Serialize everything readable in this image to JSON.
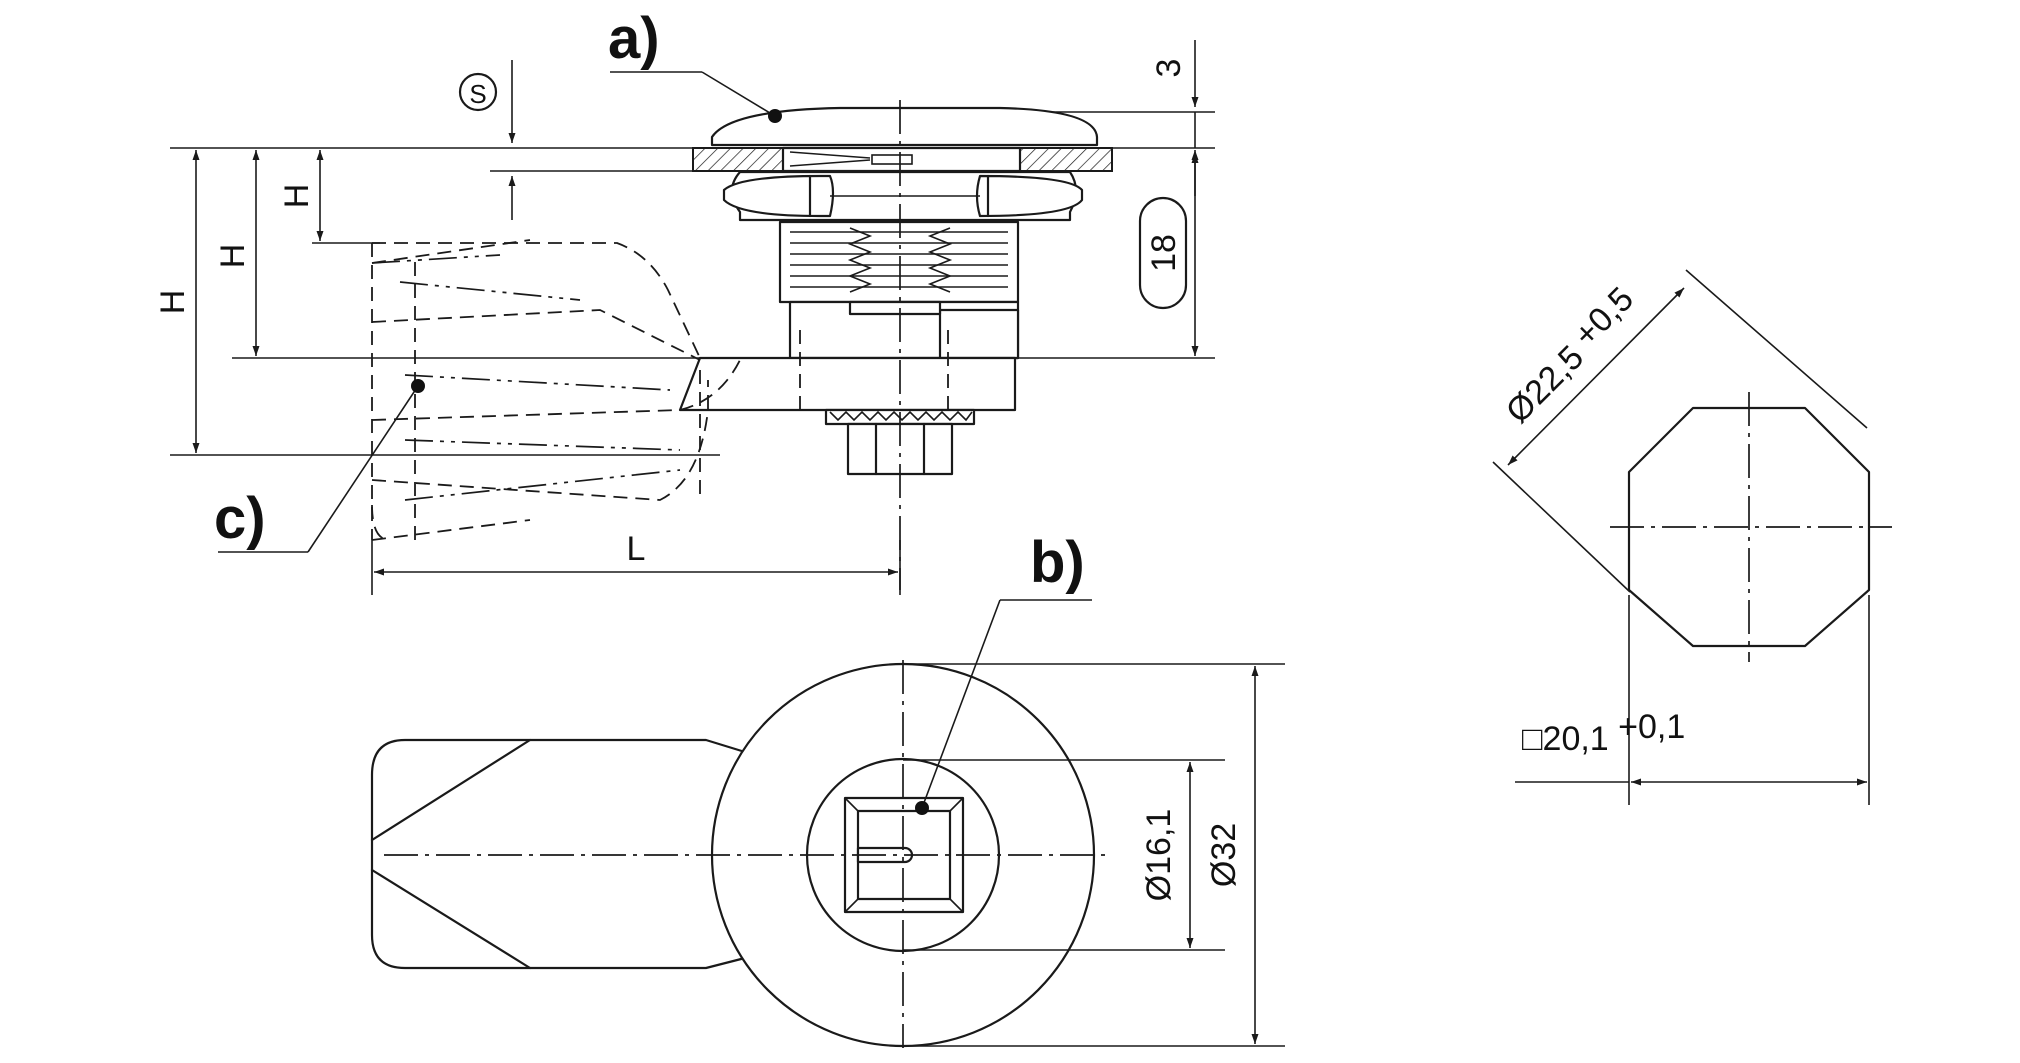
{
  "callouts": {
    "a": "a)",
    "b": "b)",
    "c": "c)"
  },
  "dimensions": {
    "s": "S",
    "three": "3",
    "h_small": "H",
    "h_mid": "H",
    "h_large": "H",
    "eighteen": "18",
    "length": "L",
    "d16": "Ø16,1",
    "d32": "Ø32",
    "d22_base": "Ø22,5",
    "d22_tol": "+0,5",
    "sq_base": "□20,1",
    "sq_tol": "+0,1"
  }
}
